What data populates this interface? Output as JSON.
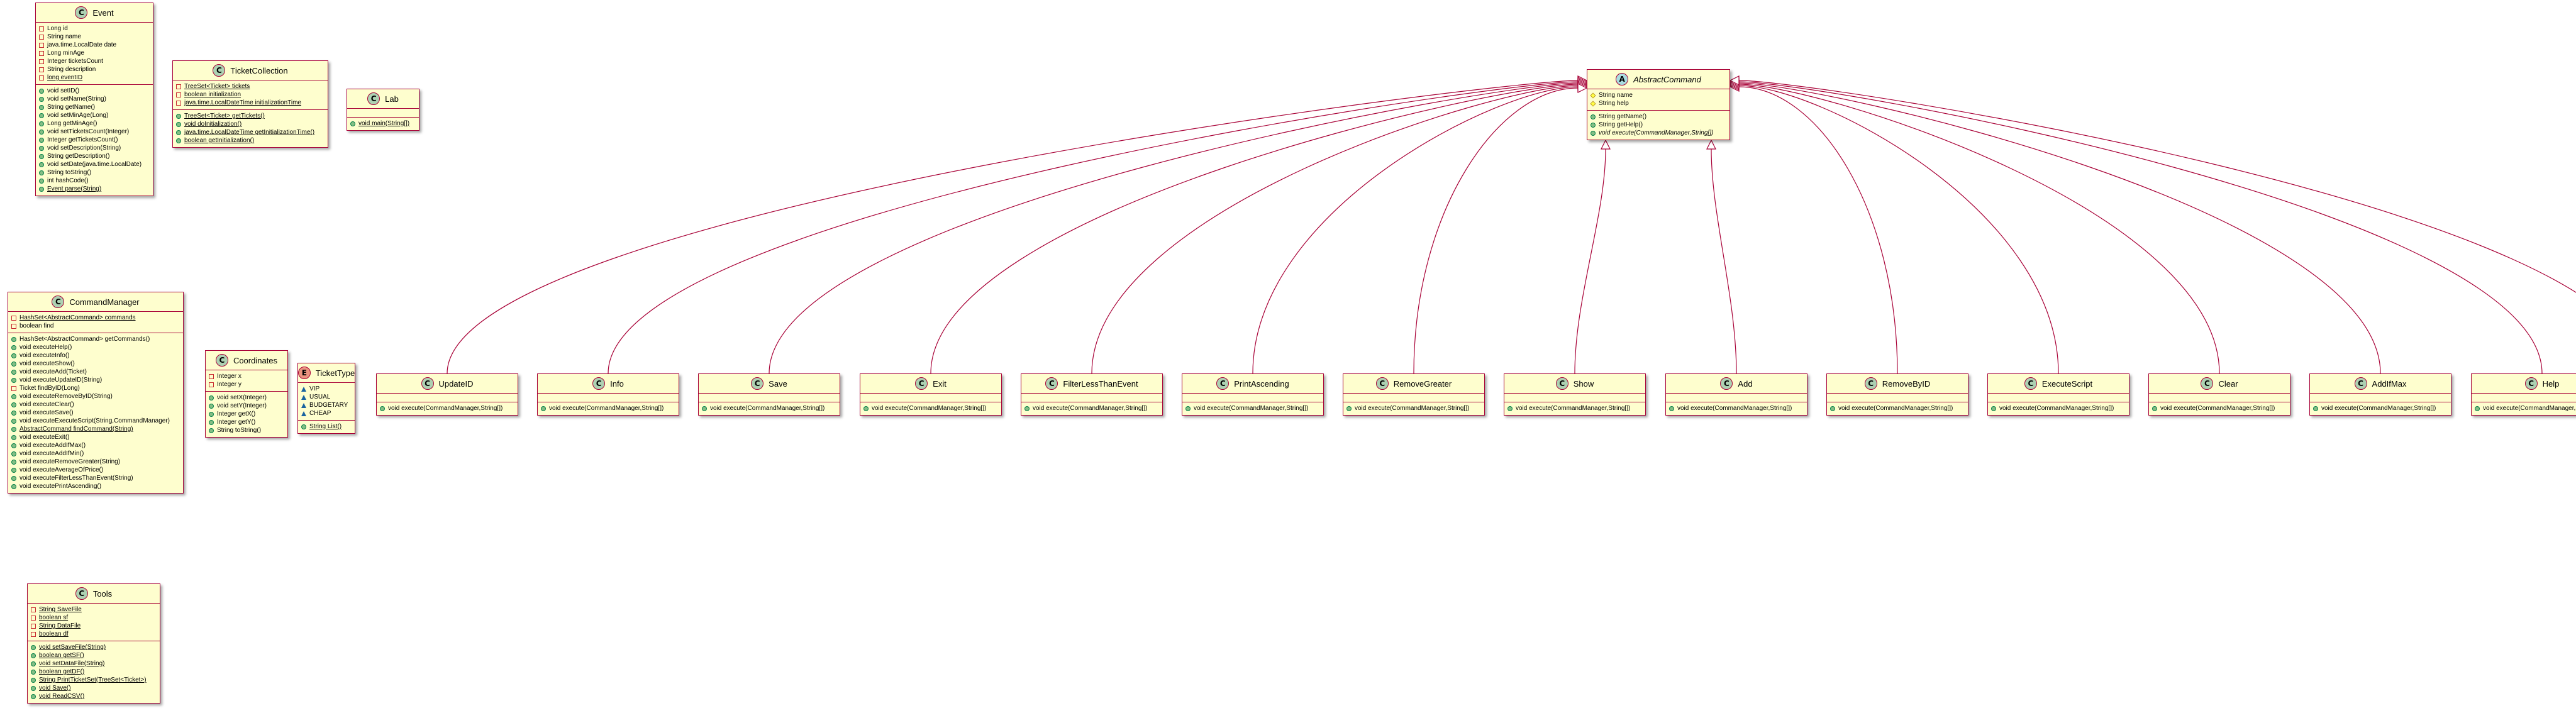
{
  "diagram": {
    "type": "uml-class-diagram",
    "colors": {
      "fill": "#fefece",
      "border": "#a80036",
      "class_circle": "#add1b2",
      "abstract_circle": "#a9dcdf",
      "enum_circle": "#eb937f",
      "edge": "#a80036"
    },
    "classes": [
      {
        "id": "Event",
        "name": "Event",
        "kind": "class",
        "fields": [
          {
            "vis": "private",
            "text": "Long id"
          },
          {
            "vis": "private",
            "text": "String name"
          },
          {
            "vis": "private",
            "text": "java.time.LocalDate date"
          },
          {
            "vis": "private",
            "text": "Long minAge"
          },
          {
            "vis": "private",
            "text": "Integer ticketsCount"
          },
          {
            "vis": "private",
            "text": "String description"
          },
          {
            "vis": "private",
            "text": "long eventID",
            "u": true
          }
        ],
        "methods": [
          {
            "vis": "public",
            "text": "void setID()"
          },
          {
            "vis": "public",
            "text": "void setName(String)"
          },
          {
            "vis": "public",
            "text": "String getName()"
          },
          {
            "vis": "public",
            "text": "void setMinAge(Long)"
          },
          {
            "vis": "public",
            "text": "Long getMinAge()"
          },
          {
            "vis": "public",
            "text": "void setTicketsCount(Integer)"
          },
          {
            "vis": "public",
            "text": "Integer getTicketsCount()"
          },
          {
            "vis": "public",
            "text": "void setDescription(String)"
          },
          {
            "vis": "public",
            "text": "String getDescription()"
          },
          {
            "vis": "public",
            "text": "void setDate(java.time.LocalDate)"
          },
          {
            "vis": "public",
            "text": "String toString()"
          },
          {
            "vis": "public",
            "text": "int hashCode()"
          },
          {
            "vis": "public",
            "text": "Event parse(String)",
            "u": true
          }
        ]
      },
      {
        "id": "TicketCollection",
        "name": "TicketCollection",
        "kind": "class",
        "fields": [
          {
            "vis": "private",
            "text": "TreeSet<Ticket> tickets",
            "u": true
          },
          {
            "vis": "private",
            "text": "boolean initialization",
            "u": true
          },
          {
            "vis": "private",
            "text": "java.time.LocalDateTime initializationTime",
            "u": true
          }
        ],
        "methods": [
          {
            "vis": "public",
            "text": "TreeSet<Ticket> getTickets()",
            "u": true
          },
          {
            "vis": "public",
            "text": "void doInitialization()",
            "u": true
          },
          {
            "vis": "public",
            "text": "java.time.LocalDateTime getInitializationTime()",
            "u": true
          },
          {
            "vis": "public",
            "text": "boolean getInitialization()",
            "u": true
          }
        ]
      },
      {
        "id": "Lab",
        "name": "Lab",
        "kind": "class",
        "fields": [],
        "methods": [
          {
            "vis": "public",
            "text": "void main(String[])",
            "u": true
          }
        ]
      },
      {
        "id": "AbstractCommand",
        "name": "AbstractCommand",
        "kind": "abstract",
        "fields": [
          {
            "vis": "protected",
            "text": "String name"
          },
          {
            "vis": "protected",
            "text": "String help"
          }
        ],
        "methods": [
          {
            "vis": "public",
            "text": "String getName()"
          },
          {
            "vis": "public",
            "text": "String getHelp()"
          },
          {
            "vis": "public",
            "text": "void execute(CommandManager,String[])",
            "i": true
          }
        ]
      },
      {
        "id": "CommandManager",
        "name": "CommandManager",
        "kind": "class",
        "fields": [
          {
            "vis": "private",
            "text": "HashSet<AbstractCommand> commands",
            "u": true
          },
          {
            "vis": "private",
            "text": "boolean find"
          }
        ],
        "methods": [
          {
            "vis": "public",
            "text": "HashSet<AbstractCommand> getCommands()"
          },
          {
            "vis": "public",
            "text": "void executeHelp()"
          },
          {
            "vis": "public",
            "text": "void executeInfo()"
          },
          {
            "vis": "public",
            "text": "void executeShow()"
          },
          {
            "vis": "public",
            "text": "void executeAdd(Ticket)"
          },
          {
            "vis": "public",
            "text": "void executeUpdateID(String)"
          },
          {
            "vis": "private",
            "text": "Ticket findByID(Long)"
          },
          {
            "vis": "public",
            "text": "void executeRemoveByID(String)"
          },
          {
            "vis": "public",
            "text": "void executeClear()"
          },
          {
            "vis": "public",
            "text": "void executeSave()"
          },
          {
            "vis": "public",
            "text": "void executeExecuteScript(String,CommandManager)"
          },
          {
            "vis": "public",
            "text": "AbstractCommand findCommand(String)",
            "u": true
          },
          {
            "vis": "public",
            "text": "void executeExit()"
          },
          {
            "vis": "public",
            "text": "void executeAddIfMax()"
          },
          {
            "vis": "public",
            "text": "void executeAddIfMin()"
          },
          {
            "vis": "public",
            "text": "void executeRemoveGreater(String)"
          },
          {
            "vis": "public",
            "text": "void executeAverageOfPrice()"
          },
          {
            "vis": "public",
            "text": "void executeFilterLessThanEvent(String)"
          },
          {
            "vis": "public",
            "text": "void executePrintAscending()"
          }
        ]
      },
      {
        "id": "Coordinates",
        "name": "Coordinates",
        "kind": "class",
        "fields": [
          {
            "vis": "private",
            "text": "Integer x"
          },
          {
            "vis": "private",
            "text": "Integer y"
          }
        ],
        "methods": [
          {
            "vis": "public",
            "text": "void setX(Integer)"
          },
          {
            "vis": "public",
            "text": "void setY(Integer)"
          },
          {
            "vis": "public",
            "text": "Integer getX()"
          },
          {
            "vis": "public",
            "text": "Integer getY()"
          },
          {
            "vis": "public",
            "text": "String toString()"
          }
        ]
      },
      {
        "id": "TicketType",
        "name": "TicketType",
        "kind": "enum",
        "fields": [
          {
            "vis": "package",
            "text": "VIP"
          },
          {
            "vis": "package",
            "text": "USUAL"
          },
          {
            "vis": "package",
            "text": "BUDGETARY"
          },
          {
            "vis": "package",
            "text": "CHEAP"
          }
        ],
        "methods": [
          {
            "vis": "public",
            "text": "String List()",
            "u": true
          }
        ]
      },
      {
        "id": "Tools",
        "name": "Tools",
        "kind": "class",
        "fields": [
          {
            "vis": "private",
            "text": "String SaveFile",
            "u": true
          },
          {
            "vis": "private",
            "text": "boolean sf",
            "u": true
          },
          {
            "vis": "private",
            "text": "String DataFile",
            "u": true
          },
          {
            "vis": "private",
            "text": "boolean df",
            "u": true
          }
        ],
        "methods": [
          {
            "vis": "public",
            "text": "void setSaveFile(String)",
            "u": true
          },
          {
            "vis": "public",
            "text": "boolean getSF()",
            "u": true
          },
          {
            "vis": "public",
            "text": "void setDataFile(String)",
            "u": true
          },
          {
            "vis": "public",
            "text": "boolean getDF()",
            "u": true
          },
          {
            "vis": "public",
            "text": "String PrintTicketSet(TreeSet<Ticket>)",
            "u": true
          },
          {
            "vis": "public",
            "text": "void Save()",
            "u": true
          },
          {
            "vis": "public",
            "text": "void ReadCSV()",
            "u": true
          }
        ]
      },
      {
        "id": "UpdateID",
        "name": "UpdateID",
        "kind": "class",
        "fields": [],
        "methods": [
          {
            "vis": "public",
            "text": "void execute(CommandManager,String[])"
          }
        ]
      },
      {
        "id": "Info",
        "name": "Info",
        "kind": "class",
        "fields": [],
        "methods": [
          {
            "vis": "public",
            "text": "void execute(CommandManager,String[])"
          }
        ]
      },
      {
        "id": "Save",
        "name": "Save",
        "kind": "class",
        "fields": [],
        "methods": [
          {
            "vis": "public",
            "text": "void execute(CommandManager,String[])"
          }
        ]
      },
      {
        "id": "Exit",
        "name": "Exit",
        "kind": "class",
        "fields": [],
        "methods": [
          {
            "vis": "public",
            "text": "void execute(CommandManager,String[])"
          }
        ]
      },
      {
        "id": "FilterLessThanEvent",
        "name": "FilterLessThanEvent",
        "kind": "class",
        "fields": [],
        "methods": [
          {
            "vis": "public",
            "text": "void execute(CommandManager,String[])"
          }
        ]
      },
      {
        "id": "PrintAscending",
        "name": "PrintAscending",
        "kind": "class",
        "fields": [],
        "methods": [
          {
            "vis": "public",
            "text": "void execute(CommandManager,String[])"
          }
        ]
      },
      {
        "id": "RemoveGreater",
        "name": "RemoveGreater",
        "kind": "class",
        "fields": [],
        "methods": [
          {
            "vis": "public",
            "text": "void execute(CommandManager,String[])"
          }
        ]
      },
      {
        "id": "Show",
        "name": "Show",
        "kind": "class",
        "fields": [],
        "methods": [
          {
            "vis": "public",
            "text": "void execute(CommandManager,String[])"
          }
        ]
      },
      {
        "id": "Add",
        "name": "Add",
        "kind": "class",
        "fields": [],
        "methods": [
          {
            "vis": "public",
            "text": "void execute(CommandManager,String[])"
          }
        ]
      },
      {
        "id": "RemoveByID",
        "name": "RemoveByID",
        "kind": "class",
        "fields": [],
        "methods": [
          {
            "vis": "public",
            "text": "void execute(CommandManager,String[])"
          }
        ]
      },
      {
        "id": "ExecuteScript",
        "name": "ExecuteScript",
        "kind": "class",
        "fields": [],
        "methods": [
          {
            "vis": "public",
            "text": "void execute(CommandManager,String[])"
          }
        ]
      },
      {
        "id": "Clear",
        "name": "Clear",
        "kind": "class",
        "fields": [],
        "methods": [
          {
            "vis": "public",
            "text": "void execute(CommandManager,String[])"
          }
        ]
      },
      {
        "id": "AddIfMax",
        "name": "AddIfMax",
        "kind": "class",
        "fields": [],
        "methods": [
          {
            "vis": "public",
            "text": "void execute(CommandManager,String[])"
          }
        ]
      },
      {
        "id": "Help",
        "name": "Help",
        "kind": "class",
        "fields": [],
        "methods": [
          {
            "vis": "public",
            "text": "void execute(CommandManager,String[])"
          }
        ]
      }
    ],
    "inheritance": [
      {
        "from": "UpdateID",
        "to": "AbstractCommand"
      },
      {
        "from": "Info",
        "to": "AbstractCommand"
      },
      {
        "from": "Save",
        "to": "AbstractCommand"
      },
      {
        "from": "Exit",
        "to": "AbstractCommand"
      },
      {
        "from": "FilterLessThanEvent",
        "to": "AbstractCommand"
      },
      {
        "from": "PrintAscending",
        "to": "AbstractCommand"
      },
      {
        "from": "RemoveGreater",
        "to": "AbstractCommand"
      },
      {
        "from": "Show",
        "to": "AbstractCommand"
      },
      {
        "from": "Add",
        "to": "AbstractCommand"
      },
      {
        "from": "RemoveByID",
        "to": "AbstractCommand"
      },
      {
        "from": "ExecuteScript",
        "to": "AbstractCommand"
      },
      {
        "from": "Clear",
        "to": "AbstractCommand"
      },
      {
        "from": "AddIfMax",
        "to": "AbstractCommand"
      },
      {
        "from": "Help",
        "to": "AbstractCommand"
      },
      {
        "from": "",
        "to": "AbstractCommand"
      }
    ]
  }
}
